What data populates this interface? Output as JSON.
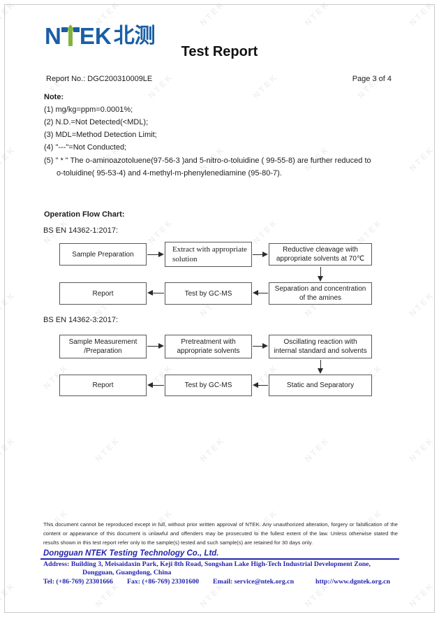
{
  "logo": {
    "n": "N",
    "ek": "EK",
    "cn": "北测",
    "blue": "#1a5ea6",
    "green": "#82b43e"
  },
  "header": {
    "title": "Test Report",
    "report_no": "Report No.: DGC200310009LE",
    "page_label": "Page 3 of 4"
  },
  "note": {
    "heading": "Note:",
    "items": [
      "(1) mg/kg=ppm=0.0001%;",
      "(2) N.D.=Not Detected(<MDL);",
      "(3) MDL=Method Detection Limit;",
      "(4) \"---\"=Not Conducted;",
      "(5) \" * \" The o-aminoazotoluene(97-56-3 )and 5-nitro-o-toluidine ( 99-55-8) are further reduced to"
    ],
    "item5_line2": "o-toluidine( 95-53-4) and 4-methyl-m-phenylenediamine (95-80-7)."
  },
  "flow": {
    "heading": "Operation Flow Chart:",
    "charts": [
      {
        "standard": "BS EN 14362-1:2017:",
        "row1": [
          "Sample Preparation",
          "Extract with appropriate solution",
          "Reductive cleavage with appropriate solvents at 70℃"
        ],
        "row2": [
          "Report",
          "Test by GC-MS",
          "Separation and concentration of the amines"
        ]
      },
      {
        "standard": "BS EN 14362-3:2017:",
        "row1": [
          "Sample Measurement /Preparation",
          "Pretreatment with appropriate solvents",
          "Oscillating reaction with internal standard and solvents"
        ],
        "row2": [
          "Report",
          "Test by GC-MS",
          "Static and Separatory"
        ]
      }
    ]
  },
  "footer": {
    "disclaimer": "This document cannot be reproduced except in full, without prior written approval of NTEK. Any unauthorized alteration, forgery or falsification of the content or appearance of  this document is unlawful and offenders may be prosecuted to the fullest extent of the law. Unless otherwise stated the results shown in this test report refer only to the sample(s) tested and such sample(s) are retained for 30 days only.",
    "company": "Dongguan NTEK Testing Technology Co., Ltd.",
    "address_line1": "Address: Building 3, Meisaidaxin Park, Keji 8th Road, Songshan Lake High-Tech Industrial Development Zone,",
    "address_line2": "Dongguan, Guangdong, China",
    "tel": "Tel: (+86-769) 23301666",
    "fax": "Fax: (+86-769) 23301600",
    "email": "Email: service@ntek.org.cn",
    "web": "http://www.dgntek.org.cn"
  },
  "watermark": {
    "text": "NTEK"
  }
}
